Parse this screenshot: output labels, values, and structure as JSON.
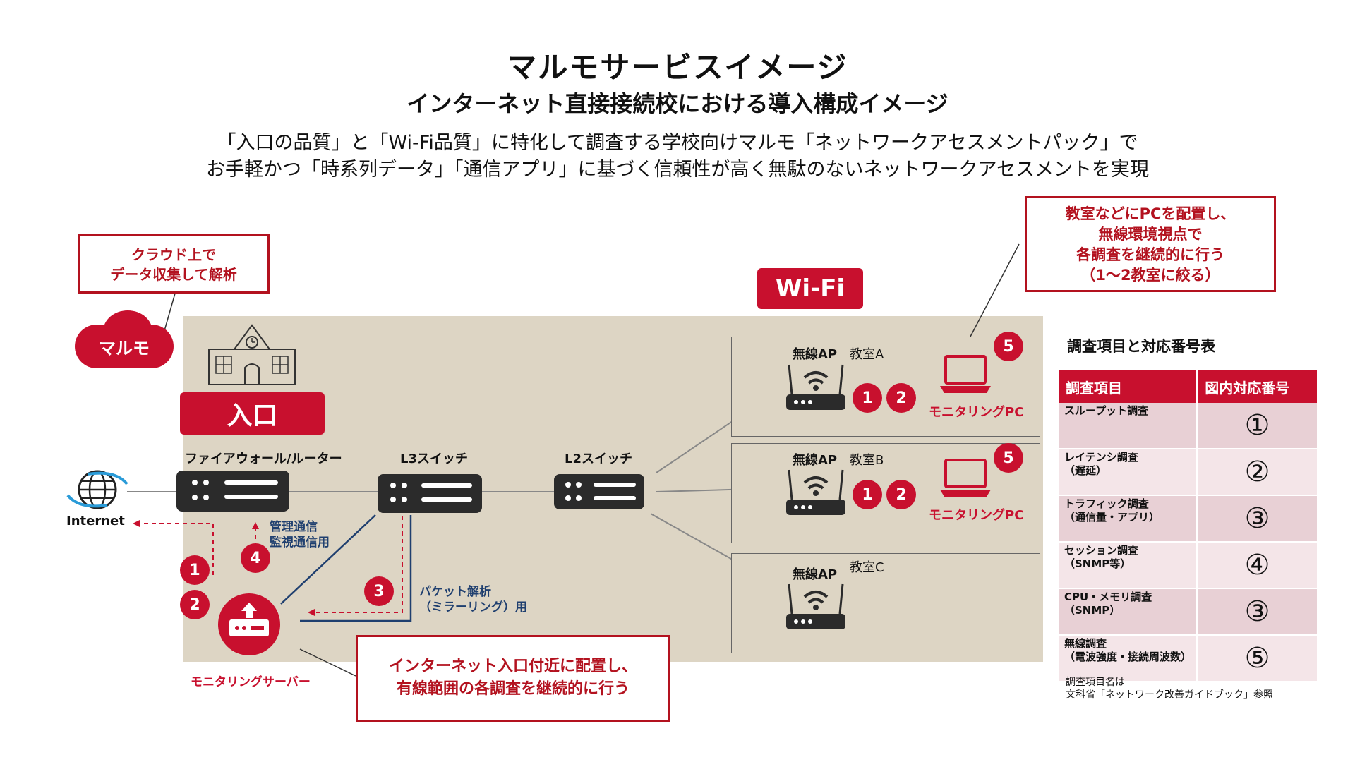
{
  "header": {
    "title": "マルモサービスイメージ",
    "subtitle": "インターネット直接接続校における導入構成イメージ",
    "desc_line1": "「入口の品質」と「Wi-Fi品質」に特化して調査する学校向けマルモ「ネットワークアセスメントパック」で",
    "desc_line2": "お手軽かつ「時系列データ」「通信アプリ」に基づく信頼性が高く無駄のないネットワークアセスメントを実現"
  },
  "callouts": {
    "cloud_line1": "クラウド上で",
    "cloud_line2": "データ収集して解析",
    "pc_line1": "教室などにPCを配置し、",
    "pc_line2": "無線環境視点で",
    "pc_line3": "各調査を継続的に行う",
    "pc_line4": "（1～2教室に絞る）",
    "server_line1": "インターネット入口付近に配置し、",
    "server_line2": "有線範囲の各調査を継続的に行う"
  },
  "labels": {
    "cloud": "マルモ",
    "entrance": "入口",
    "wifi": "Wi-Fi",
    "internet": "Internet",
    "firewall": "ファイアウォール/ルーター",
    "l3": "L3スイッチ",
    "l2": "L2スイッチ",
    "server": "モニタリングサーバー",
    "mgmt_line1": "管理通信",
    "mgmt_line2": "監視通信用",
    "packet_line1": "パケット解析",
    "packet_line2": "（ミラーリング）用",
    "ap": "無線AP",
    "room_a": "教室A",
    "room_b": "教室B",
    "room_c": "教室C",
    "pc": "モニタリングPC"
  },
  "numbers": [
    "1",
    "2",
    "3",
    "4",
    "5"
  ],
  "table": {
    "caption": "調査項目と対応番号表",
    "header_item": "調査項目",
    "header_num": "図内対応番号",
    "rows": [
      {
        "line1": "スループット調査",
        "line2": "",
        "num": "①"
      },
      {
        "line1": "レイテンシ調査",
        "line2": "（遅延）",
        "num": "②"
      },
      {
        "line1": "トラフィック調査",
        "line2": "（通信量・アプリ）",
        "num": "③"
      },
      {
        "line1": "セッション調査",
        "line2": "（SNMP等）",
        "num": "④"
      },
      {
        "line1": "CPU・メモリ調査",
        "line2": "（SNMP）",
        "num": "③"
      },
      {
        "line1": "無線調査",
        "line2": "（電波強度・接続周波数）",
        "num": "⑤"
      }
    ],
    "note_line1": "調査項目名は",
    "note_line2": "文科省「ネットワーク改善ガイドブック」参照"
  },
  "colors": {
    "accent": "#c8102e",
    "panel": "#ddd5c4",
    "device": "#2b2b2b",
    "blue_line": "#1f3f6f"
  }
}
